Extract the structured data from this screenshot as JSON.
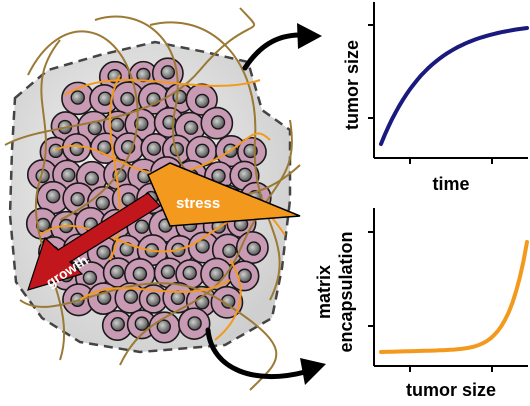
{
  "labels": {
    "stress": "stress",
    "growth": "growth"
  },
  "chart_data": [
    {
      "type": "line",
      "xlabel": "time",
      "ylabel": "tumor size",
      "curve": "saturating",
      "color": "#1a1a7e"
    },
    {
      "type": "line",
      "xlabel": "tumor size",
      "ylabel_lines": [
        "matrix",
        "encapsulation"
      ],
      "curve": "exponential",
      "color": "#f39a1e"
    }
  ],
  "colors": {
    "stress_arrow": "#f39a1e",
    "growth_arrow": "#c0161c",
    "fibers": "#9a7a35",
    "cells": "#c99ab4",
    "nuclei": "#777777",
    "halo": "#e6e6e6"
  }
}
